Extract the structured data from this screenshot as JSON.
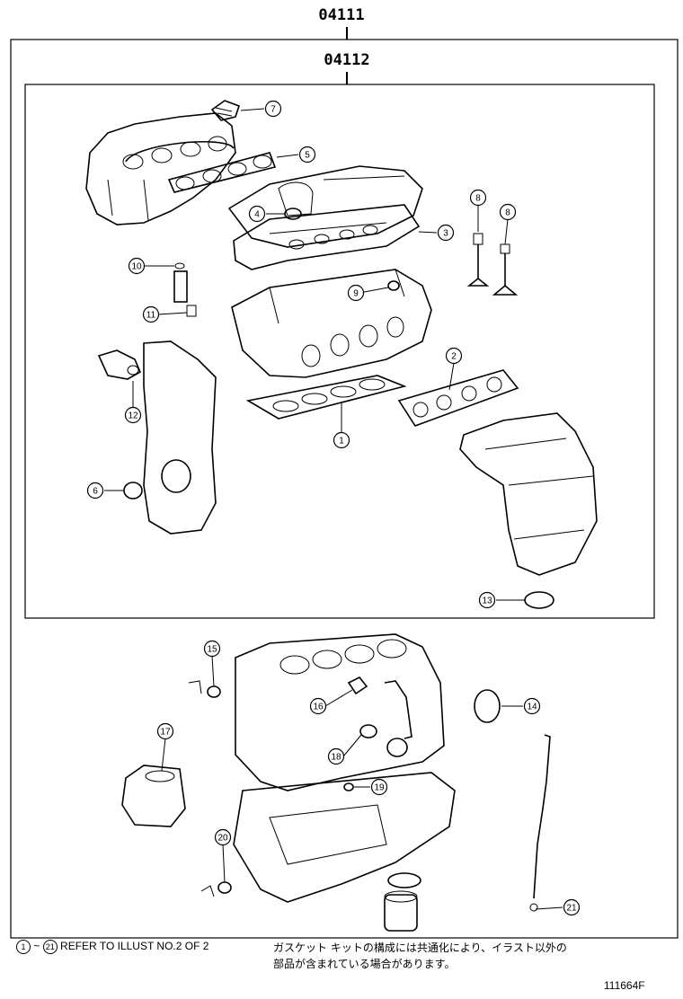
{
  "header": {
    "outer_kit_code": "04111",
    "inner_kit_code": "04112"
  },
  "callouts": [
    {
      "num": "1"
    },
    {
      "num": "2"
    },
    {
      "num": "3"
    },
    {
      "num": "4"
    },
    {
      "num": "5"
    },
    {
      "num": "6"
    },
    {
      "num": "7"
    },
    {
      "num": "8"
    },
    {
      "num": "8"
    },
    {
      "num": "9"
    },
    {
      "num": "10"
    },
    {
      "num": "11"
    },
    {
      "num": "12"
    },
    {
      "num": "13"
    },
    {
      "num": "14"
    },
    {
      "num": "15"
    },
    {
      "num": "16"
    },
    {
      "num": "17"
    },
    {
      "num": "18"
    },
    {
      "num": "19"
    },
    {
      "num": "20"
    },
    {
      "num": "21"
    }
  ],
  "footer": {
    "range_start": "1",
    "range_tilde": "~",
    "range_end": "21",
    "refer_text": "REFER TO ILLUST NO.2 OF 2",
    "jp_line1": "ガスケット キットの構成には共通化により、イラスト以外の",
    "jp_line2": "部品が含まれている場合があります。",
    "illustration_id": "111664F"
  }
}
